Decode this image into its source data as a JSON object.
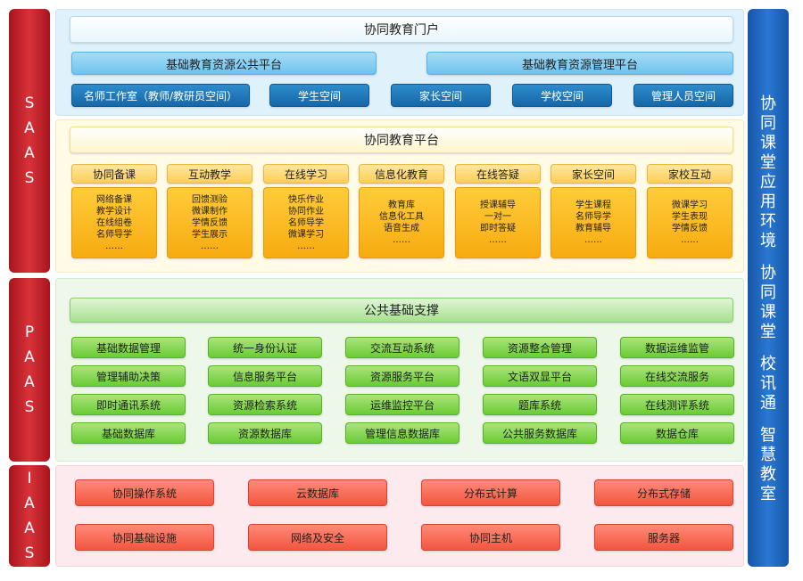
{
  "left_labels": {
    "saas": [
      "S",
      "A",
      "A",
      "S"
    ],
    "paas": [
      "P",
      "A",
      "A",
      "S"
    ],
    "iaas": [
      "I",
      "A",
      "A",
      "S"
    ]
  },
  "right_labels": [
    [
      "协",
      "同",
      "课",
      "堂",
      "应",
      "用",
      "环",
      "境"
    ],
    [
      "协",
      "同",
      "课",
      "堂"
    ],
    [
      "校",
      "讯",
      "通"
    ],
    [
      "智",
      "慧",
      "教",
      "室"
    ]
  ],
  "portal": {
    "title": "协同教育门户",
    "platforms": [
      "基础教育资源公共平台",
      "基础教育资源管理平台"
    ],
    "spaces": [
      "名师工作室（教师/教研员空间）",
      "学生空间",
      "家长空间",
      "学校空间",
      "管理人员空间"
    ]
  },
  "platform": {
    "title": "协同教育平台",
    "modules": [
      {
        "title": "协同备课",
        "items": [
          "网络备课",
          "教学设计",
          "在线组卷",
          "名师导学",
          "……"
        ]
      },
      {
        "title": "互动教学",
        "items": [
          "回馈测验",
          "微课制作",
          "学情反馈",
          "学生展示",
          "……"
        ]
      },
      {
        "title": "在线学习",
        "items": [
          "快乐作业",
          "协同作业",
          "名师导学",
          "微课学习",
          "……"
        ]
      },
      {
        "title": "信息化教育",
        "items": [
          "教育库",
          "信息化工具",
          "语音生成",
          "……"
        ]
      },
      {
        "title": "在线答疑",
        "items": [
          "授课辅导",
          "一对一",
          "即时答疑",
          "……"
        ]
      },
      {
        "title": "家长空间",
        "items": [
          "学生课程",
          "名师导学",
          "教育辅导",
          "……"
        ]
      },
      {
        "title": "家校互动",
        "items": [
          "微课学习",
          "学生表现",
          "学情反馈",
          "……"
        ]
      }
    ]
  },
  "paas": {
    "title": "公共基础支撑",
    "rows": [
      [
        "基础数据管理",
        "统一身份认证",
        "交流互动系统",
        "资源整合管理",
        "数据运维监管"
      ],
      [
        "管理辅助决策",
        "信息服务平台",
        "资源服务平台",
        "文语双显平台",
        "在线交流服务"
      ],
      [
        "即时通讯系统",
        "资源检索系统",
        "运维监控平台",
        "题库系统",
        "在线测评系统"
      ],
      [
        "基础数据库",
        "资源数据库",
        "管理信息数据库",
        "公共服务数据库",
        "数据仓库"
      ]
    ]
  },
  "iaas": {
    "rows": [
      [
        "协同操作系统",
        "云数据库",
        "分布式计算",
        "分布式存储"
      ],
      [
        "协同基础设施",
        "网络及安全",
        "协同主机",
        "服务器"
      ]
    ]
  }
}
